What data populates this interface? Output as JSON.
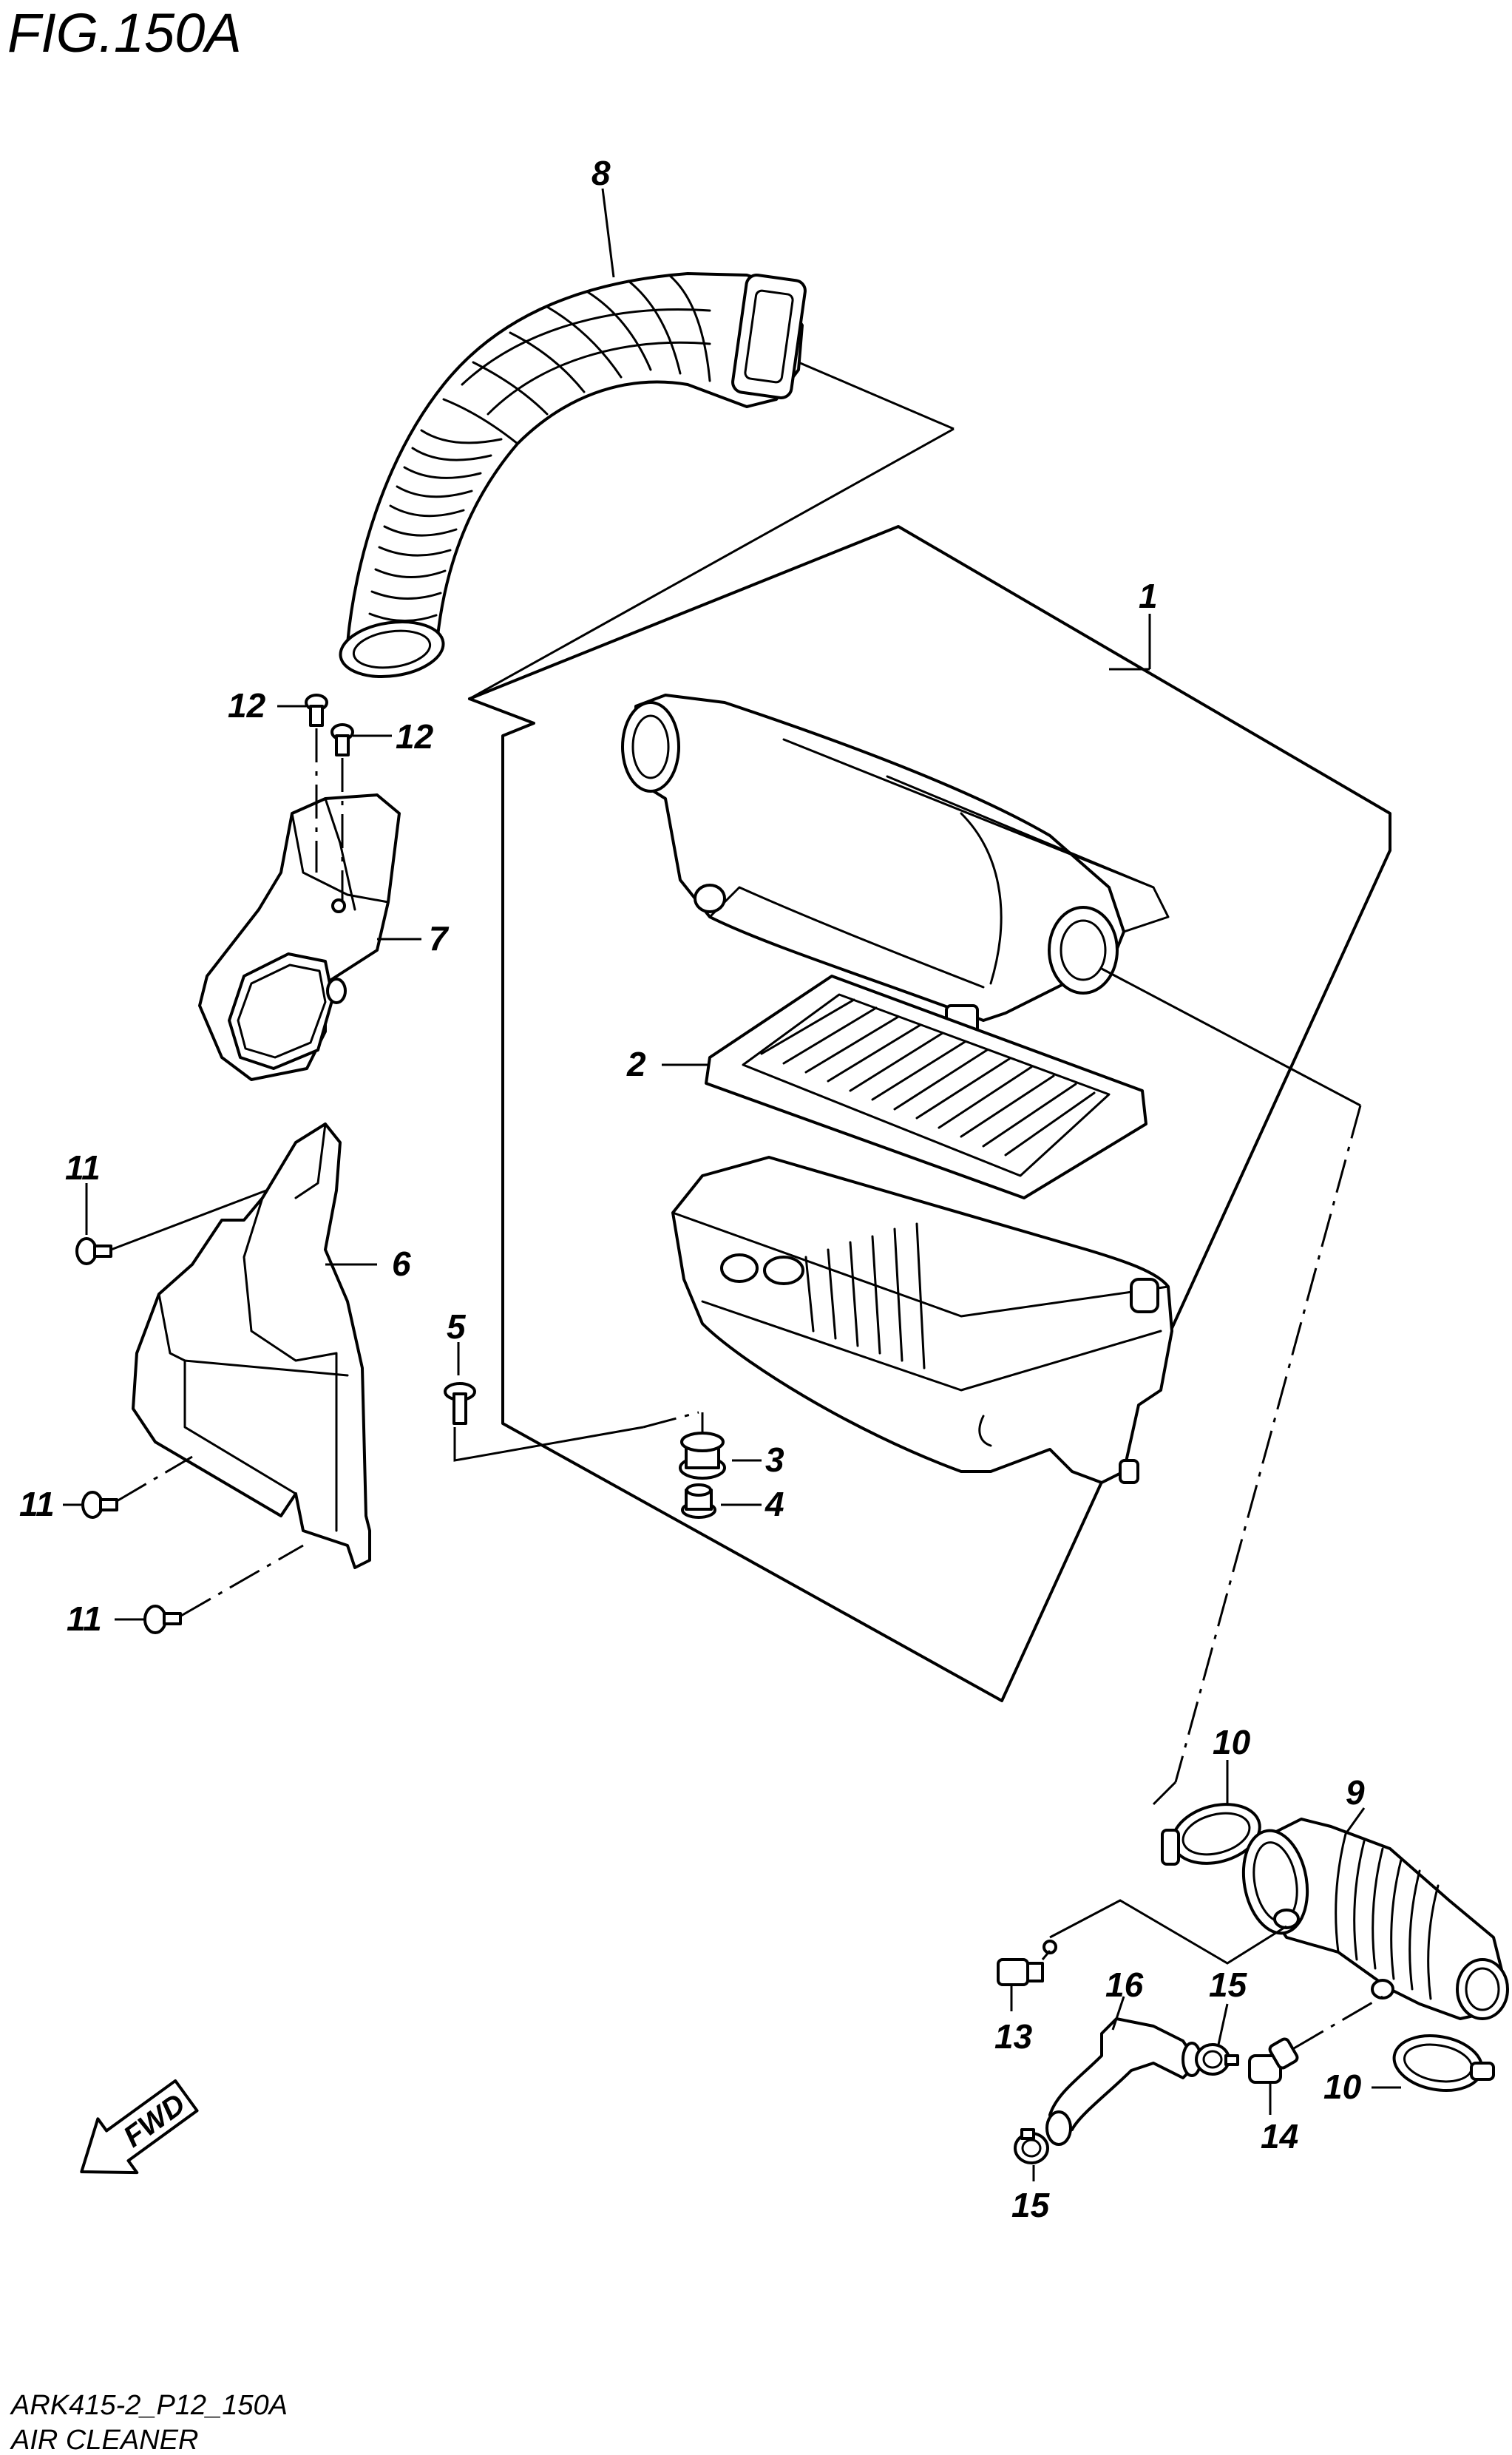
{
  "figure": {
    "title": "FIG.150A"
  },
  "footer": {
    "code": "ARK415-2_P12_150A",
    "name": "AIR CLEANER"
  },
  "fwd_label": "FWD",
  "callouts": {
    "c1": "1",
    "c2": "2",
    "c3": "3",
    "c4": "4",
    "c5": "5",
    "c6": "6",
    "c7": "7",
    "c8": "8",
    "c9": "9",
    "c10a": "10",
    "c10b": "10",
    "c11a": "11",
    "c11b": "11",
    "c11c": "11",
    "c12a": "12",
    "c12b": "12",
    "c13": "13",
    "c14": "14",
    "c15a": "15",
    "c15b": "15",
    "c16": "16"
  }
}
